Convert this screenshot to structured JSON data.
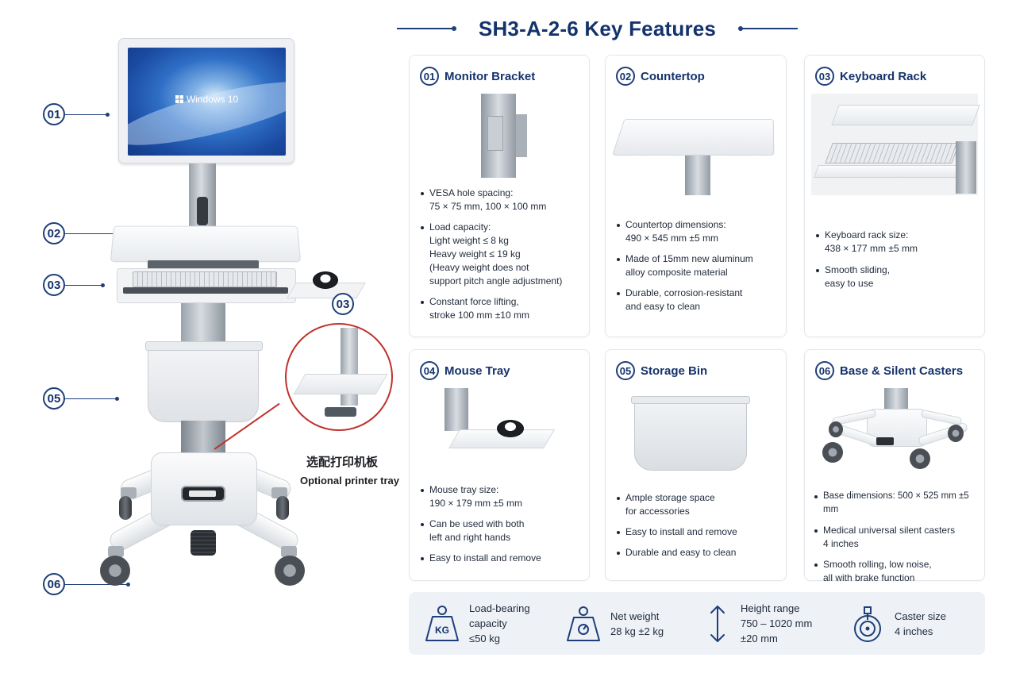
{
  "title": "SH3-A-2-6 Key Features",
  "colors": {
    "accent": "#15336b",
    "highlight": "#c0312b",
    "card_border": "#e3e7ec",
    "spec_bg": "#eef2f7"
  },
  "product": {
    "screen_text": "Windows 10",
    "callouts": [
      "01",
      "02",
      "03",
      "05",
      "06"
    ],
    "printer_callout": "03",
    "optional_printer_cn": "选配打印机板",
    "optional_printer_en": "Optional printer tray"
  },
  "cards": [
    {
      "num": "01",
      "title": "Monitor Bracket",
      "icon": "monitor-bracket-pole",
      "bullets": [
        [
          "VESA hole spacing:",
          "75 × 75 mm, 100 × 100 mm"
        ],
        [
          "Load capacity:",
          "Light weight ≤ 8 kg",
          "Heavy weight ≤ 19 kg",
          "(Heavy weight does not",
          "support pitch angle adjustment)"
        ],
        [
          "Constant force lifting,",
          "stroke 100 mm ±10 mm"
        ]
      ]
    },
    {
      "num": "02",
      "title": "Countertop",
      "icon": "countertop-plate",
      "bullets": [
        [
          "Countertop dimensions:",
          "490 × 545 mm ±5 mm"
        ],
        [
          "Made of 15mm new aluminum",
          "alloy composite material"
        ],
        [
          "Durable, corrosion-resistant",
          "and easy to clean"
        ]
      ]
    },
    {
      "num": "03",
      "title": "Keyboard Rack",
      "icon": "keyboard-rack",
      "bullets": [
        [
          "Keyboard rack size:",
          "438 × 177 mm ±5 mm"
        ],
        [
          "Smooth sliding,",
          "easy to use"
        ]
      ]
    },
    {
      "num": "04",
      "title": "Mouse Tray",
      "icon": "mouse-tray",
      "bullets": [
        [
          "Mouse tray size:",
          "190 × 179 mm ±5 mm"
        ],
        [
          "Can be used with both",
          "left and right hands"
        ],
        [
          "Easy to install and remove"
        ]
      ]
    },
    {
      "num": "05",
      "title": "Storage Bin",
      "icon": "storage-bin",
      "bullets": [
        [
          "Ample storage space",
          "for accessories"
        ],
        [
          "Easy to install and remove"
        ],
        [
          "Durable and easy to clean"
        ]
      ]
    },
    {
      "num": "06",
      "title": "Base & Silent Casters",
      "icon": "base-casters",
      "bullets": [
        [
          "Base dimensions: 500 × 525 mm ±5 mm"
        ],
        [
          "Medical universal silent casters",
          "4 inches"
        ],
        [
          "Smooth rolling, low noise,",
          "all with brake function"
        ]
      ]
    }
  ],
  "specs": [
    {
      "icon": "kg-weight-icon",
      "icon_text": "KG",
      "label": [
        "Load-bearing",
        "capacity"
      ],
      "value": "≤50 kg"
    },
    {
      "icon": "net-weight-icon",
      "label": [
        "Net weight"
      ],
      "value": "28 kg ±2 kg"
    },
    {
      "icon": "height-range-icon",
      "label": [
        "Height range"
      ],
      "value": [
        "750 – 1020 mm",
        "±20 mm"
      ]
    },
    {
      "icon": "caster-icon",
      "label": [
        "Caster size"
      ],
      "value": "4 inches"
    }
  ]
}
